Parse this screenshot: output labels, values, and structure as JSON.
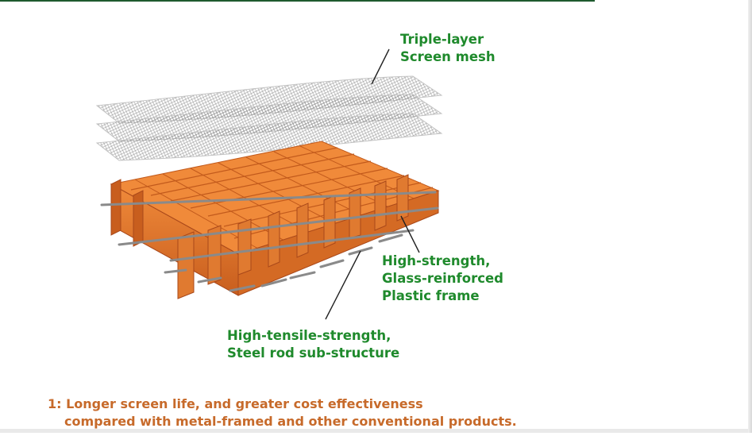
{
  "labels": {
    "mesh": {
      "line1": "Triple-layer",
      "line2": "Screen mesh"
    },
    "frame": {
      "line1": "High-strength,",
      "line2": "Glass-reinforced",
      "line3": "Plastic frame"
    },
    "rod": {
      "line1": "High-tensile-strength,",
      "line2": "Steel rod sub-structure"
    }
  },
  "caption": {
    "line1": "1: Longer screen life, and greater cost effectiveness",
    "line2": "compared with metal-framed and other conventional products."
  },
  "colors": {
    "label_green": "#1f8a2c",
    "caption_orange": "#c76a2a",
    "frame_orange": "#e8772a",
    "frame_dark": "#b9531a",
    "mesh_gray": "#9a9a9a",
    "rod_gray": "#8c8c8c"
  }
}
